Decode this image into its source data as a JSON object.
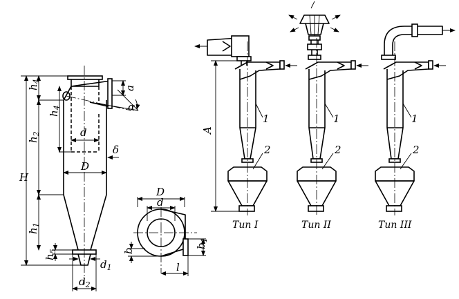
{
  "dimension_labels": {
    "H": "H",
    "h1": "h",
    "h1_sub": "1",
    "h2": "h",
    "h2_sub": "2",
    "h4_top": "h",
    "h4_top_sub": "4",
    "h4_mid": "h",
    "h4_mid_sub": "4",
    "h5": "h",
    "h5_sub": "5",
    "d": "d",
    "D": "D",
    "delta": "δ",
    "a": "a",
    "alpha": "α",
    "d1": "d",
    "d1_sub": "1",
    "d2": "d",
    "d2_sub": "2",
    "plan_D": "D",
    "plan_d": "d",
    "plan_b": "b",
    "plan_b1": "b",
    "plan_b1_sub": "1",
    "plan_l": "l",
    "A": "A"
  },
  "part_labels": {
    "cyclone_1a": "1",
    "cyclone_1b": "1",
    "cyclone_1c": "1",
    "bunker_2a": "2",
    "bunker_2b": "2",
    "bunker_2c": "2"
  },
  "type_labels": {
    "type1": "Тип I",
    "type2": "Тип II",
    "type3": "Тип III"
  }
}
